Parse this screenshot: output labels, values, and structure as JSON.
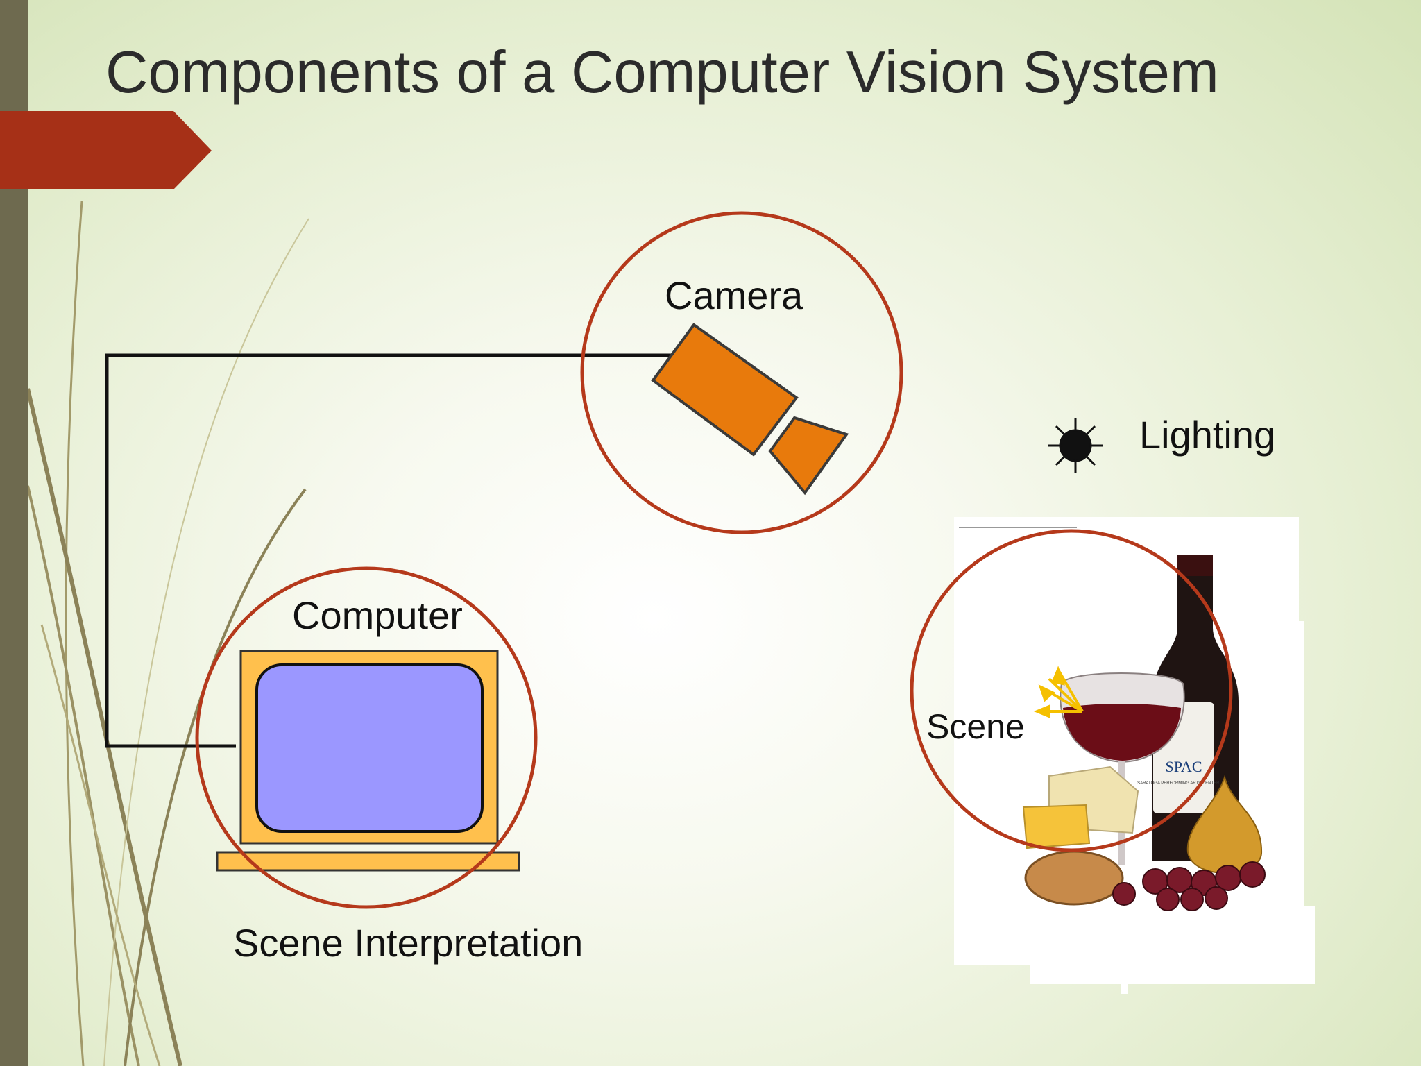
{
  "slide": {
    "title": "Components of a Computer Vision System"
  },
  "diagram": {
    "camera_label": "Camera",
    "computer_label": "Computer",
    "lighting_label": "Lighting",
    "scene_label": "Scene",
    "interpretation_label": "Scene Interpretation"
  },
  "photo": {
    "bottle_label": "SPAC",
    "bottle_sublabel": "SARATOGA PERFORMING ARTS CENTER, INC."
  },
  "colors": {
    "accent_arrow": "#a63017",
    "left_bar": "#6e6a4f",
    "circle_stroke": "#b5391b",
    "camera_fill": "#e87a0c",
    "monitor_frame": "#ffc04d",
    "monitor_screen": "#9b97ff",
    "light_rays": "#f5c000"
  }
}
